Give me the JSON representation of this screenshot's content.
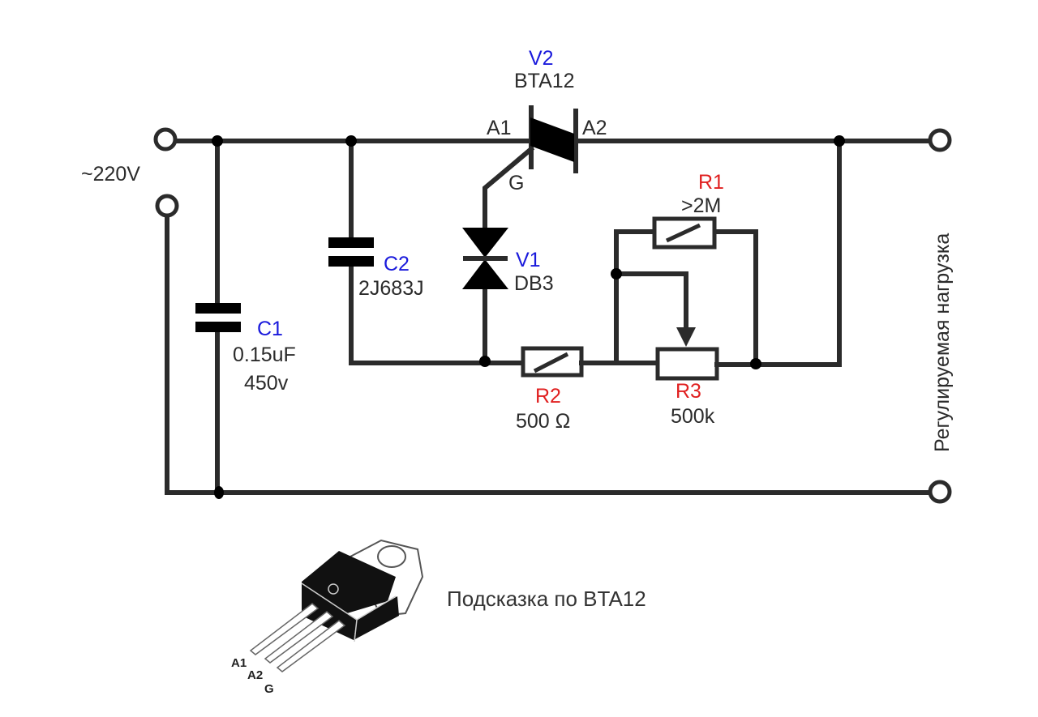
{
  "diagram": {
    "type": "circuit-schematic",
    "supply_label": "~220V",
    "load_label": "Регулируемая нагрузка",
    "components": {
      "v2": {
        "ref": "V2",
        "value": "BTA12",
        "pin_a1": "A1",
        "pin_a2": "A2",
        "pin_g": "G",
        "kind": "triac"
      },
      "v1": {
        "ref": "V1",
        "value": "DB3",
        "kind": "diac"
      },
      "c1": {
        "ref": "C1",
        "value_line1": "0.15uF",
        "value_line2": "450v",
        "kind": "capacitor"
      },
      "c2": {
        "ref": "C2",
        "value": "2J683J",
        "kind": "capacitor"
      },
      "r1": {
        "ref": "R1",
        "value": ">2M",
        "kind": "resistor"
      },
      "r2": {
        "ref": "R2",
        "value": "500 Ω",
        "kind": "resistor"
      },
      "r3": {
        "ref": "R3",
        "value": "500k",
        "kind": "potentiometer"
      }
    },
    "colors": {
      "ref_blue": "#1a1adc",
      "ref_red": "#e01f1f",
      "wire": "#2b2b2b"
    },
    "hint": {
      "caption": "Подсказка по BTA12",
      "pins": [
        "A1",
        "A2",
        "G"
      ]
    }
  }
}
